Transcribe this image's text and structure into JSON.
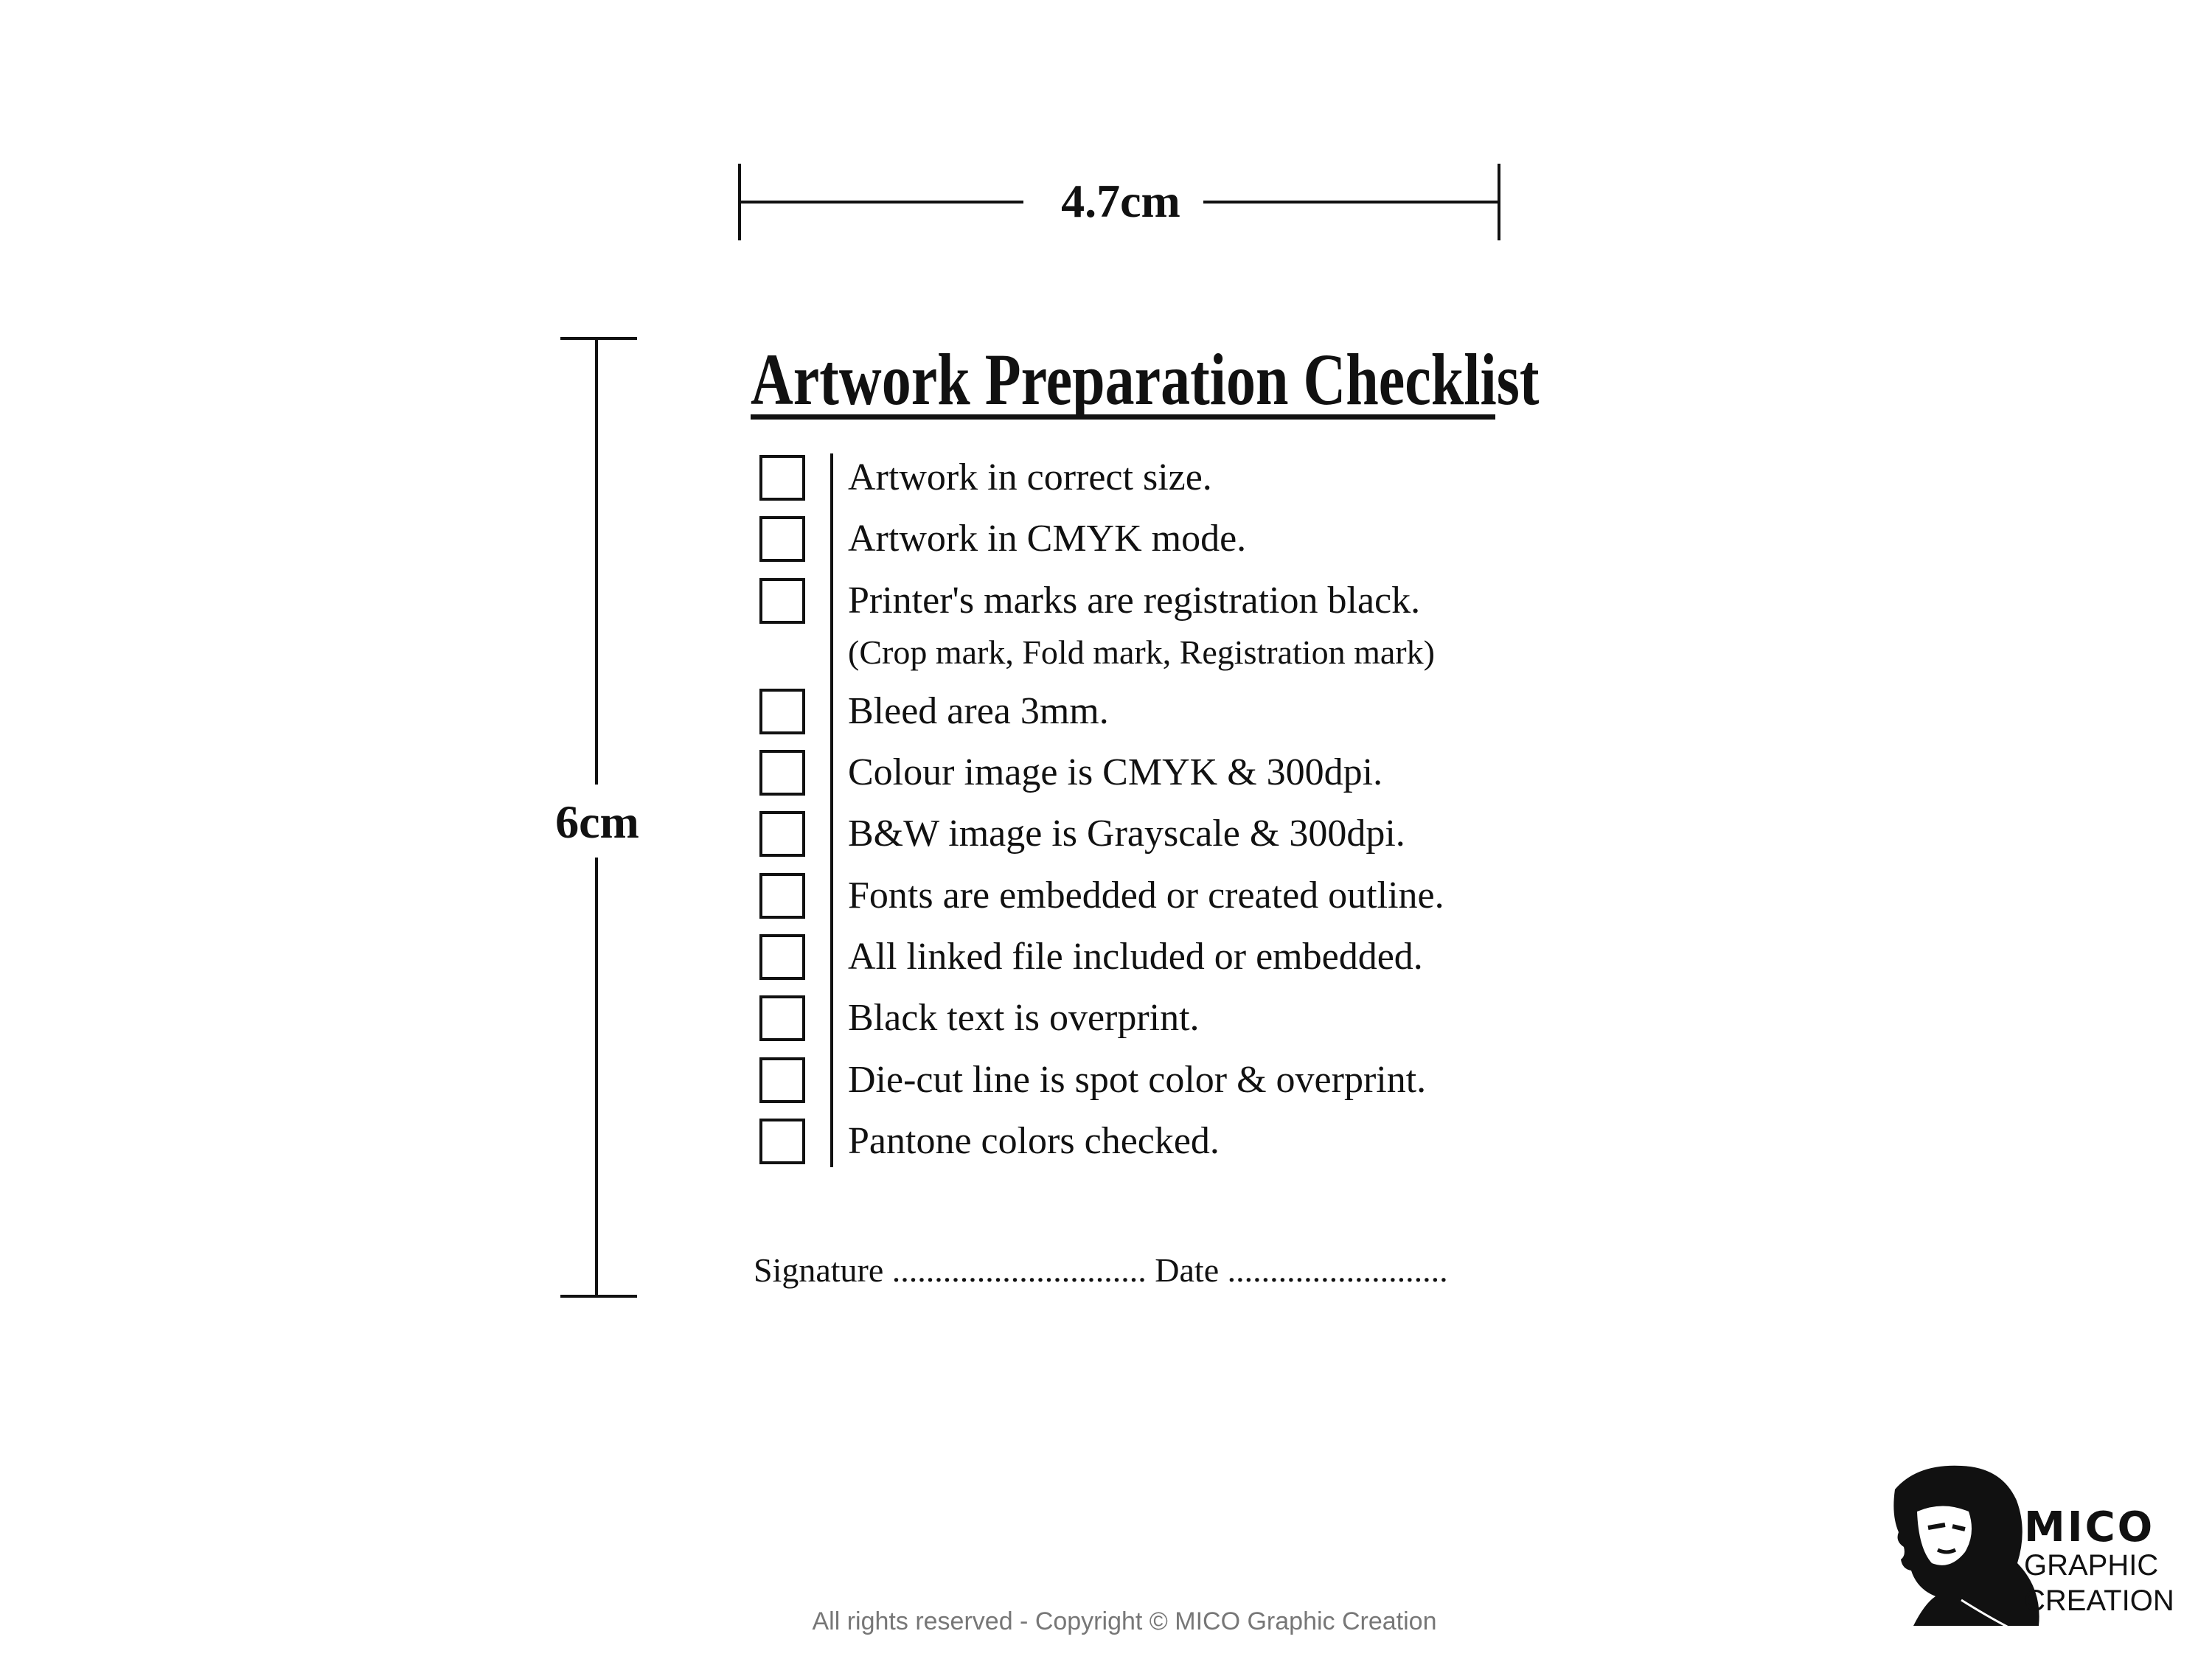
{
  "dimensions": {
    "width_label": "4.7cm",
    "height_label": "6cm"
  },
  "checklist": {
    "title": "Artwork Preparation Checklist",
    "items": [
      {
        "text": "Artwork in correct size."
      },
      {
        "text": "Artwork in CMYK mode."
      },
      {
        "text": "Printer's marks are registration black.",
        "note": "(Crop mark, Fold mark, Registration mark)"
      },
      {
        "text": "Bleed area 3mm."
      },
      {
        "text": "Colour image is CMYK & 300dpi."
      },
      {
        "text": "B&W image is Grayscale & 300dpi."
      },
      {
        "text": "Fonts are embedded or created outline."
      },
      {
        "text": "All linked file included or embedded."
      },
      {
        "text": "Black text is overprint."
      },
      {
        "text": "Die-cut line is spot color & overprint."
      },
      {
        "text": "Pantone colors checked."
      }
    ],
    "signature_line": "Signature .............................. Date .........................."
  },
  "footer": {
    "copyright": "All rights reserved - Copyright © MICO Graphic Creation"
  },
  "logo": {
    "name": "MICO",
    "line1": "GRAPHIC",
    "line2": "CREATION",
    "icon": "portrait-silhouette-icon"
  }
}
